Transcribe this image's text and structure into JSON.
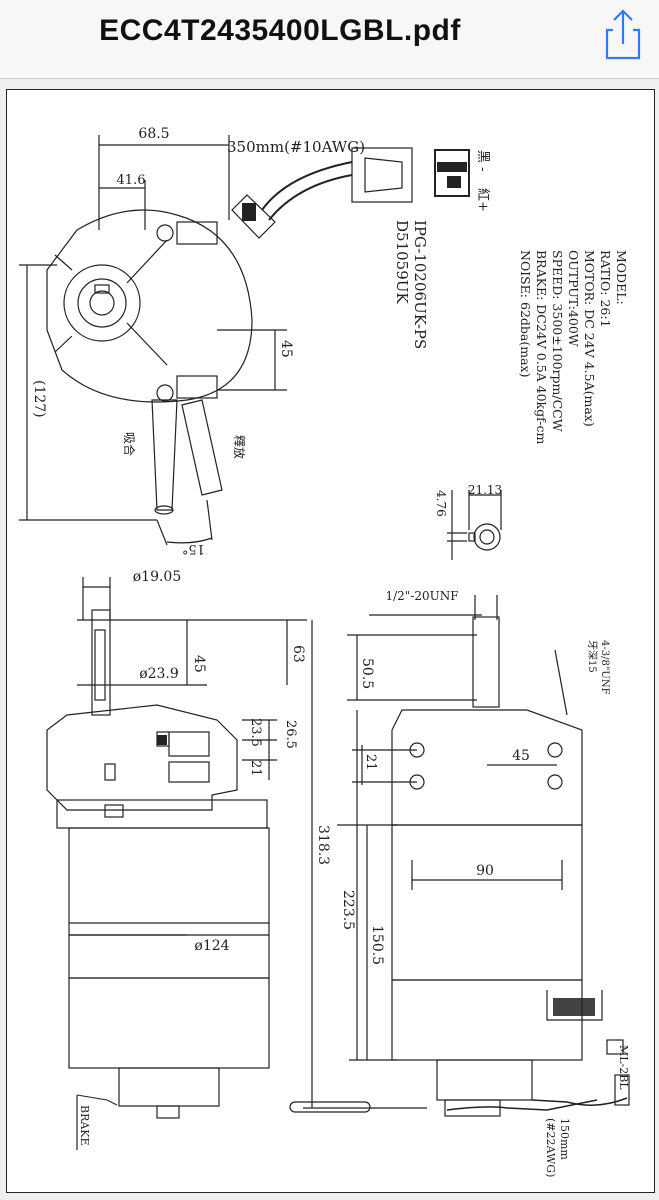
{
  "header": {
    "title": "ECC4T2435400LGBL.pdf",
    "share_icon": "share-icon"
  },
  "drawing": {
    "top_view": {
      "dim_width": "68.5",
      "dim_hub": "41.6",
      "cable": "350mm(#10AWG)",
      "wire_black": "黑 -",
      "wire_red": "紅+",
      "part_no_1": "IPG-10206UK-PS",
      "part_no_2": "D51059UK",
      "dim_45": "45",
      "dim_127": "(127)",
      "lever_engage": "吸合",
      "lever_release": "釋放",
      "angle": "15°"
    },
    "specs": [
      "MODEL:",
      "RATIO: 26:1",
      "MOTOR: DC 24V 4.5A(max)",
      "OUTPUT:400W",
      "SPEED: 3500±100rpm/CCW",
      "BRAKE: DC24V 0.5A 40kgf-cm",
      "NOISE: 62dba(max)"
    ],
    "key_detail": {
      "dim_a": "4.76",
      "dim_b": "21.13"
    },
    "side_view": {
      "shaft_dia": "ø19.05",
      "dim_63": "63",
      "dim_45": "45",
      "hub_dia": "ø23.9",
      "dim_23_5": "23.5",
      "dim_26_5": "26.5",
      "dim_21": "21",
      "body_dia": "ø124",
      "dim_318_3": "318.3",
      "brake": "BRAKE"
    },
    "front_view": {
      "thread": "1/2\"-20UNF",
      "dim_50_5": "50.5",
      "dim_45": "45",
      "dim_21": "21",
      "holes_1": "4-3/8\"UNF",
      "holes_2": "牙深15",
      "dim_90": "90",
      "dim_223_5": "223.5",
      "dim_150_5": "150.5",
      "connector": "ML-2BL",
      "lead_1": "150mm",
      "lead_2": "(#22AWG)"
    }
  }
}
